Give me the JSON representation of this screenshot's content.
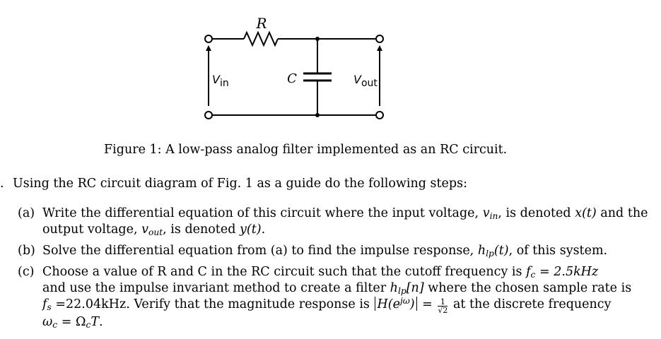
{
  "figure": {
    "labels": {
      "resistor": "R",
      "capacitor": "C",
      "vin_base": "V",
      "vin_sub": "in",
      "vout_base": "V",
      "vout_sub": "out"
    },
    "caption": "Figure 1: A low-pass analog filter implemented as an RC circuit."
  },
  "question": {
    "number_fragment": ".",
    "intro": "Using the RC circuit diagram of Fig. 1 as a guide do the following steps:",
    "items": [
      {
        "label": "(a)",
        "line1_text": "Write the differential equation of this circuit where the input voltage,",
        "line1_var1": "v",
        "line1_var1_sub": "in",
        "line1_mid": ", is denoted",
        "line1_var2": "x(t)",
        "line1_end": "and the",
        "line2_text": "output voltage,",
        "line2_var1": "v",
        "line2_var1_sub": "out",
        "line2_mid": ", is denoted",
        "line2_var2": "y(t)",
        "line2_end": "."
      },
      {
        "label": "(b)",
        "text": "Solve the differential equation from (a) to find the impulse response,",
        "var": "h",
        "var_sub": "lp",
        "var_arg": "(t)",
        "end": ", of this system."
      },
      {
        "label": "(c)",
        "line1_text": "Choose a value of R and C in the RC circuit such that the cutoff frequency is",
        "line1_fc": "f",
        "line1_fc_sub": "c",
        "line1_eq": "=",
        "line1_val": "2.5kHz",
        "line2_text": "and use the impulse invariant method to create a filter",
        "line2_var": "h",
        "line2_var_sub": "lp",
        "line2_arg": "[n]",
        "line2_end": "where the chosen sample rate is",
        "line3_fs": "f",
        "line3_fs_sub": "s",
        "line3_val": "=22.04kHz.",
        "line3_text": "Verify that the magnitude response is",
        "line3_H": "H(e",
        "line3_H_sup": "jω",
        "line3_H_end": ")",
        "line3_eq": "=",
        "line3_frac_num": "1",
        "line3_frac_den": "√2",
        "line3_end": "at the discrete frequency",
        "line4_w": "ω",
        "line4_w_sub": "c",
        "line4_eq": "= Ω",
        "line4_omega_sub": "c",
        "line4_T": "T",
        "line4_end": "."
      }
    ]
  }
}
